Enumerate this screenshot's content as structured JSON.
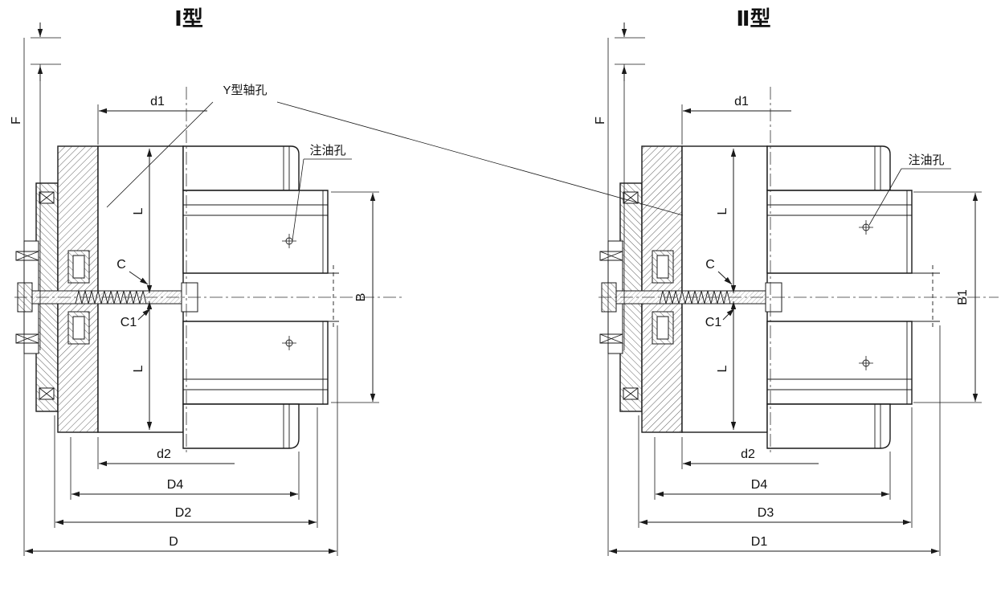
{
  "drawing": {
    "background": "#ffffff",
    "line_color": "#1a1a1a"
  },
  "left_view": {
    "title": "Ⅰ型",
    "dims": {
      "F": "F",
      "d1": "d1",
      "L_upper": "L",
      "C": "C",
      "C1": "C1",
      "L_lower": "L",
      "B": "B",
      "d2": "d2",
      "D4": "D4",
      "D2": "D2",
      "D": "D"
    },
    "annotations": {
      "oil_hole": "注油孔"
    }
  },
  "right_view": {
    "title": "Ⅱ型",
    "dims": {
      "F": "F",
      "d1": "d1",
      "L_upper": "L",
      "C": "C",
      "C1": "C1",
      "L_lower": "L",
      "B1": "B1",
      "d2": "d2",
      "D4": "D4",
      "D3": "D3",
      "D1": "D1"
    },
    "annotations": {
      "oil_hole": "注油孔"
    }
  },
  "shared_annotations": {
    "y_bore": "Y型轴孔"
  }
}
